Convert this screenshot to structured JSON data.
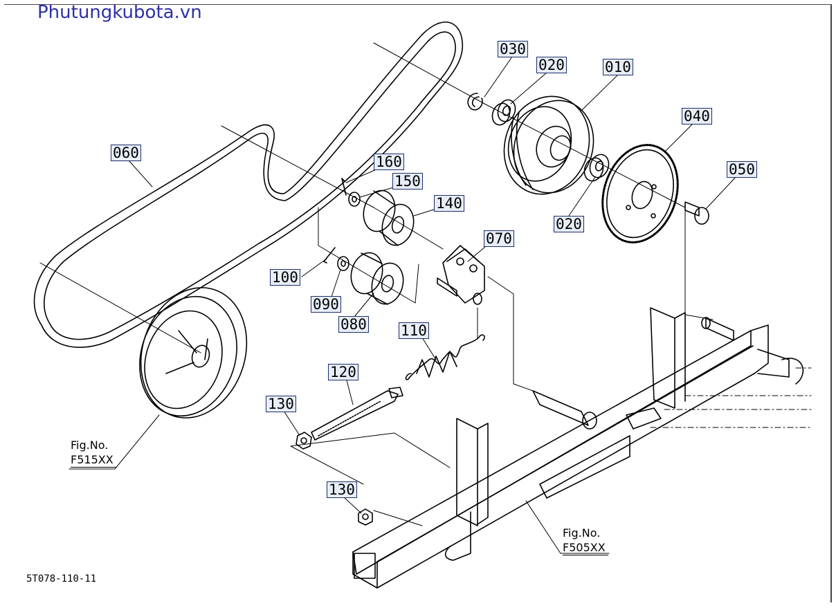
{
  "watermark": "Phutungkubota.vn",
  "diagram_code": "5T078-110-11",
  "figure_refs": [
    {
      "id": "fig1",
      "prefix": "Fig.No.",
      "code": "F515XX"
    },
    {
      "id": "fig2",
      "prefix": "Fig.No.",
      "code": "F505XX"
    }
  ],
  "parts": [
    {
      "id": "p030",
      "number": "030"
    },
    {
      "id": "p020a",
      "number": "020"
    },
    {
      "id": "p010",
      "number": "010"
    },
    {
      "id": "p040",
      "number": "040"
    },
    {
      "id": "p050",
      "number": "050"
    },
    {
      "id": "p020b",
      "number": "020"
    },
    {
      "id": "p060",
      "number": "060"
    },
    {
      "id": "p160",
      "number": "160"
    },
    {
      "id": "p150",
      "number": "150"
    },
    {
      "id": "p140",
      "number": "140"
    },
    {
      "id": "p070",
      "number": "070"
    },
    {
      "id": "p100",
      "number": "100"
    },
    {
      "id": "p090",
      "number": "090"
    },
    {
      "id": "p080",
      "number": "080"
    },
    {
      "id": "p110",
      "number": "110"
    },
    {
      "id": "p120",
      "number": "120"
    },
    {
      "id": "p130a",
      "number": "130"
    },
    {
      "id": "p130b",
      "number": "130"
    }
  ],
  "colors": {
    "watermark": "#2f2fa8",
    "label_border": "#1c2b6b",
    "label_fill": "#e8eef8",
    "line": "#000000"
  }
}
